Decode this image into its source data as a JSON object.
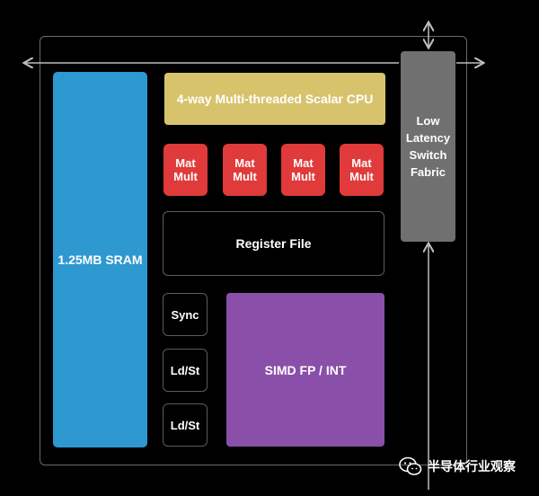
{
  "diagram": {
    "sram_label": "1.25MB SRAM",
    "cpu_label": "4-way Multi-threaded Scalar CPU",
    "mat_mult_units": [
      {
        "line1": "Mat",
        "line2": "Mult"
      },
      {
        "line1": "Mat",
        "line2": "Mult"
      },
      {
        "line1": "Mat",
        "line2": "Mult"
      },
      {
        "line1": "Mat",
        "line2": "Mult"
      }
    ],
    "register_file_label": "Register File",
    "sync_label": "Sync",
    "ldst_1_label": "Ld/St",
    "ldst_2_label": "Ld/St",
    "simd_label": "SIMD FP / INT",
    "switch_fabric_lines": [
      "Low",
      "Latency",
      "Switch",
      "Fabric"
    ]
  },
  "watermark": {
    "text": "半导体行业观察",
    "icon": "wechat-icon"
  },
  "colors": {
    "background": "#000000",
    "sram": "#2e98d0",
    "cpu": "#d8c36d",
    "mat_mult": "#e03a3a",
    "simd": "#8a4fa8",
    "switch_fabric": "#707070",
    "outline": "#5c5c5c"
  }
}
